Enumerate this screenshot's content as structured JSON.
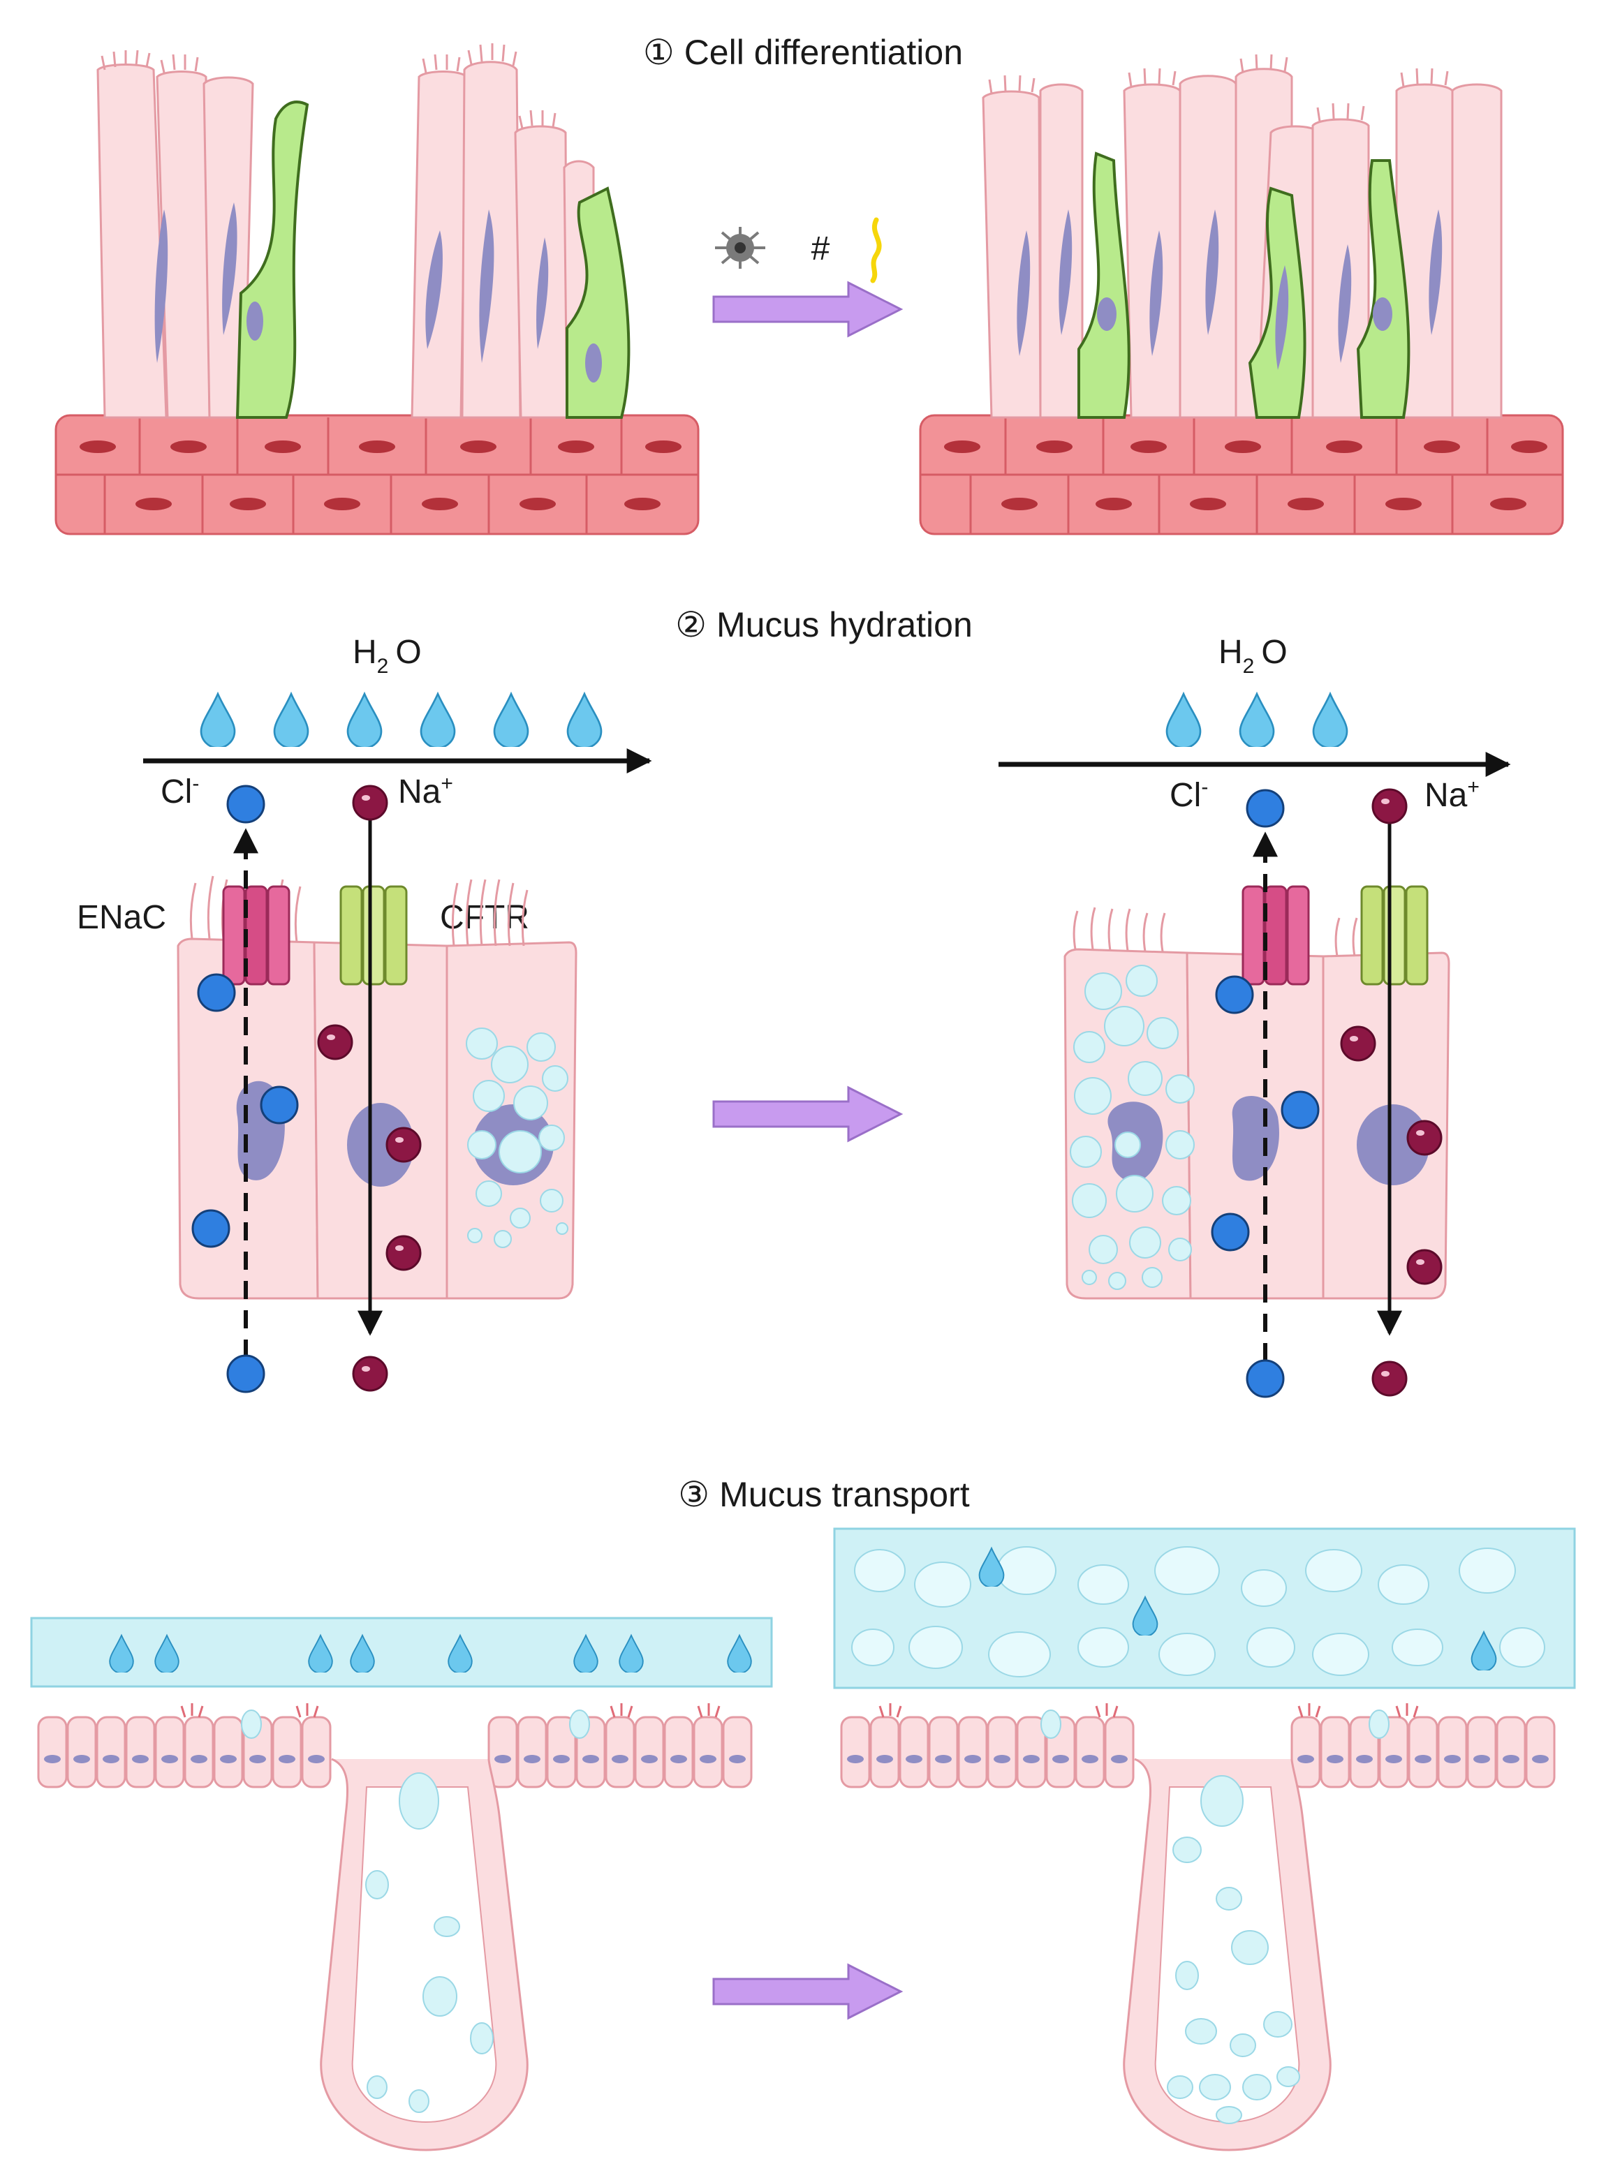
{
  "sections": {
    "differentiation": {
      "number": "①",
      "title": "Cell differentiation"
    },
    "hydration": {
      "number": "②",
      "title": "Mucus hydration"
    },
    "transport": {
      "number": "③",
      "title": "Mucus transport"
    }
  },
  "stimuli": {
    "hash": "#"
  },
  "labels": {
    "water": "H",
    "water_sub": "2",
    "water_o": "O",
    "chloride": "Cl",
    "chloride_sup": "-",
    "sodium": "Na",
    "sodium_sup": "+",
    "enac": "ENaC",
    "cftr": "CFTR"
  },
  "colors": {
    "epithelial_cell": "#fbdde0",
    "cell_outline": "#e49aa3",
    "goblet_cell": "#b8ea8c",
    "goblet_outline": "#3f6d1e",
    "nucleus": "#8f8dc4",
    "basal_cell": "#f08f94",
    "basal_nucleus": "#b3313a",
    "mucus": "#cff1f6",
    "droplet": "#5bc1e9",
    "chloride_ion": "#2f7fe0",
    "sodium_ion": "#8c1744",
    "enac_channel": "#d64d86",
    "cftr_channel": "#c5e07a",
    "process_arrow": "#c89bef"
  }
}
